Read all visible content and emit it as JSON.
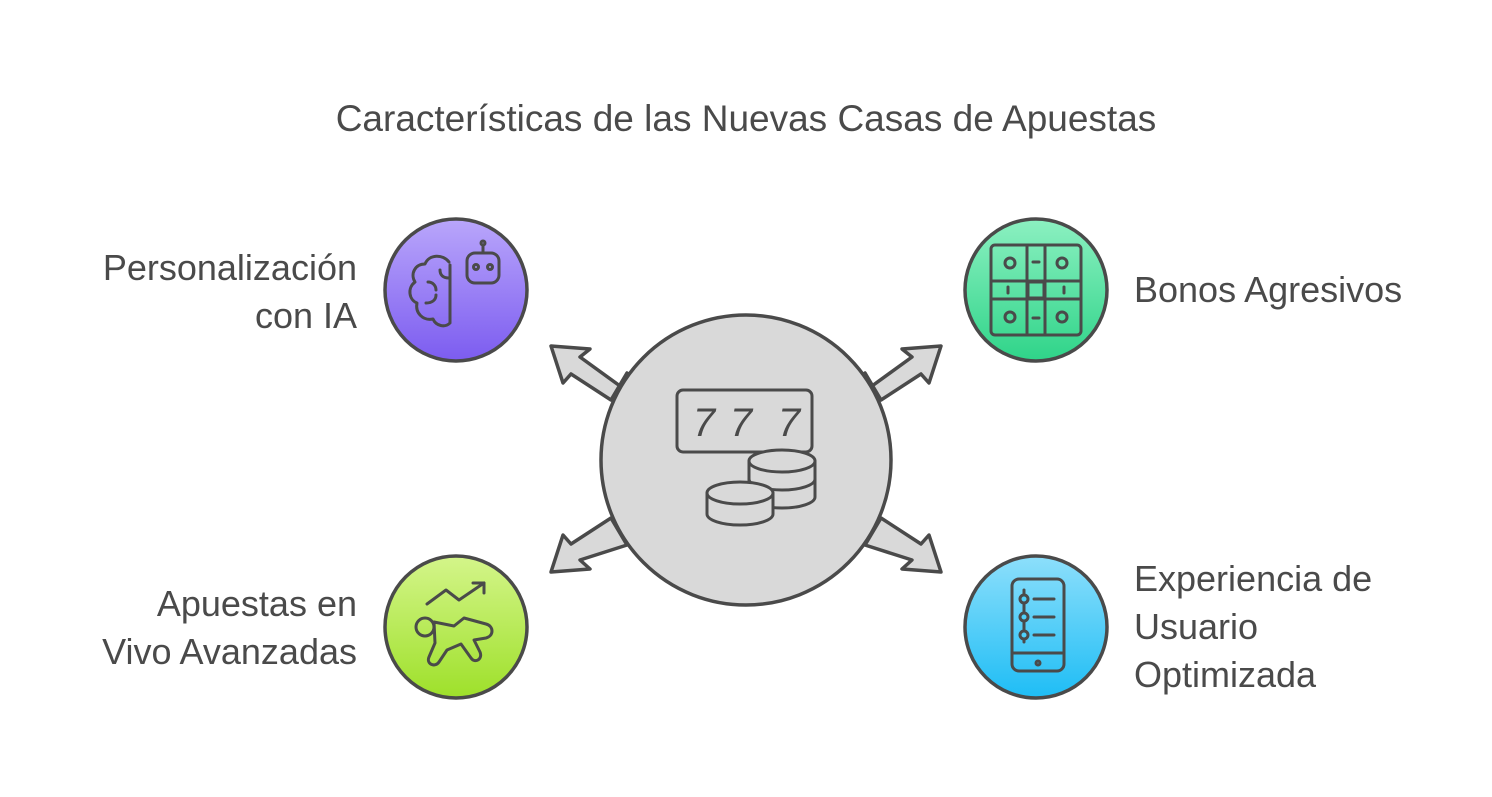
{
  "title": "Características de las Nuevas Casas de Apuestas",
  "center": {
    "icon": "slot-machine-coins-icon",
    "reel_digits": [
      "7",
      "7",
      "7"
    ]
  },
  "features": [
    {
      "id": "personalizacion",
      "lines": [
        "Personalización",
        "con IA"
      ],
      "icon": "brain-robot-icon",
      "color": "#8b6cf2"
    },
    {
      "id": "bonos",
      "lines": [
        "Bonos Agresivos"
      ],
      "icon": "board-game-icon",
      "color": "#3ddc97"
    },
    {
      "id": "apuestas-vivo",
      "lines": [
        "Apuestas en",
        "Vivo Avanzadas"
      ],
      "icon": "runner-trend-icon",
      "color": "#a8e635"
    },
    {
      "id": "experiencia",
      "lines": [
        "Experiencia de",
        "Usuario",
        "Optimizada"
      ],
      "icon": "mobile-list-icon",
      "color": "#29c6f7"
    }
  ],
  "colors": {
    "center": "#d9d9d9",
    "stroke": "#4a4a4a",
    "text": "#4a4a4a"
  }
}
